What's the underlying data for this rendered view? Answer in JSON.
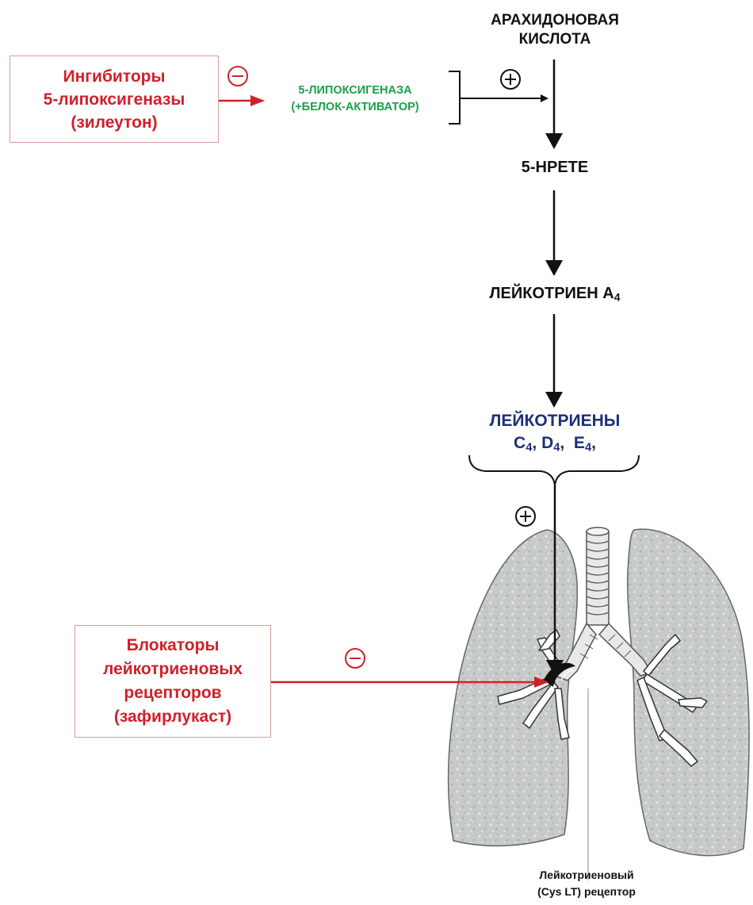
{
  "substrate": {
    "line1": "АРАХИДОНОВАЯ",
    "line2": "КИСЛОТА"
  },
  "enzyme": {
    "line1": "5-ЛИПОКСИГЕНАЗА",
    "line2": "(+БЕЛОК-АКТИВАТОР)"
  },
  "inhibitor5lo": {
    "line1": "Ингибиторы",
    "line2": "5-липоксигеназы",
    "line3": "(зилеутон)"
  },
  "hpete": "5-HPETE",
  "lta4": {
    "text": "ЛЕЙКОТРИЕН A",
    "sub": "4"
  },
  "leukotrienes": {
    "title": "ЛЕЙКОТРИЕНЫ",
    "c": "C",
    "c_sub": "4",
    "d": "D",
    "d_sub": "4",
    "e": "E",
    "e_sub": "4",
    "sep1": ", ",
    "sep2": ",  ",
    "sep3": ","
  },
  "blockers": {
    "line1": "Блокаторы",
    "line2": "лейкотриеновых",
    "line3": "рецепторов",
    "line4": "(зафирлукаст)"
  },
  "receptor": {
    "line1": "Лейкотриеновый",
    "line2": "(Cys LT) рецептор"
  },
  "colors": {
    "inhibitor": "#d0202a",
    "enzyme": "#1aa04a",
    "product": "#1c2f7a",
    "main": "#111111",
    "lung_fill": "#c9cdcb"
  }
}
